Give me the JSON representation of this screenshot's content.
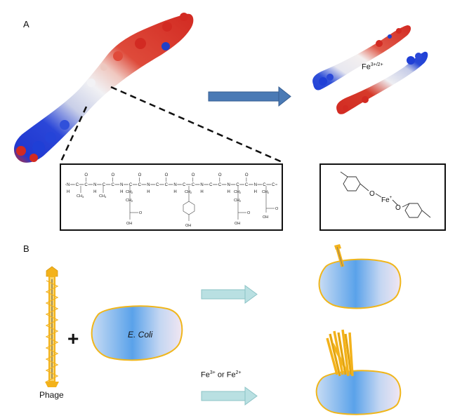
{
  "panel_a": {
    "label": "A",
    "ion_label_base": "Fe",
    "ion_label_sup": "3+/2+",
    "chem_box_main": {
      "chain_atoms": [
        "N",
        "C",
        "C",
        "N",
        "C",
        "C",
        "N",
        "C",
        "C",
        "N",
        "C",
        "C",
        "N",
        "C",
        "C",
        "N",
        "C",
        "C",
        "N",
        "C",
        "C",
        "N",
        "C",
        "C"
      ],
      "h_labels": [
        "H",
        "H",
        "H",
        "H",
        "H",
        "H",
        "H",
        "H",
        "H",
        "H",
        "H",
        "H",
        "H",
        "H",
        "H",
        "H"
      ],
      "o_labels": [
        "O",
        "O",
        "O",
        "O",
        "O",
        "O",
        "O",
        "O"
      ],
      "side_ch3": "CH",
      "side_ch3_sub": "3",
      "side_ch2": "CH",
      "side_ch2_sub": "2",
      "oh_label": "OH",
      "o_label": "O"
    },
    "chem_box_complex": {
      "o_left": "O",
      "fe": "Fe",
      "fe_sup": "+",
      "o_right": "O"
    }
  },
  "panel_b": {
    "label": "B",
    "plus": "+",
    "ecoli_label": "E. Coli",
    "phage_label": "Phage",
    "condition_part1": "Fe",
    "condition_sup1": "3+",
    "condition_mid": " or Fe",
    "condition_sup2": "2+"
  },
  "colors": {
    "red": "#d22a22",
    "blue": "#1f3fd6",
    "arrow_blue": "#4a7ab5",
    "arrow_teal": "#b9e0e2",
    "cell_border": "#f0b61c",
    "phage_yellow": "#f3b21b"
  }
}
